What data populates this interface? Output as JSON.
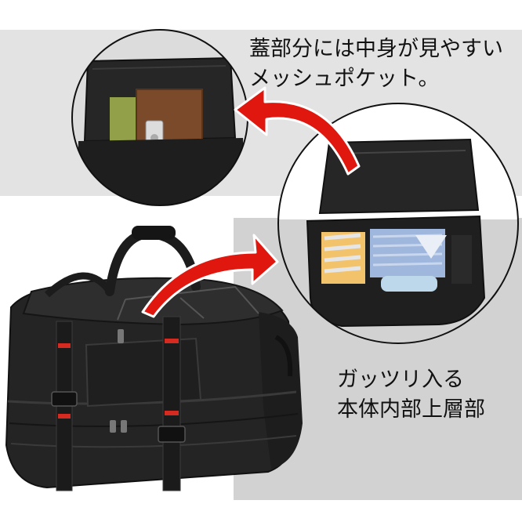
{
  "callout_top": {
    "line1": "蓋部分には中身が見やすい",
    "line2": "メッシュポケット。"
  },
  "callout_bottom": {
    "line1": "ガッツリ入る",
    "line2": "本体内部上層部"
  },
  "colors": {
    "arrow": "#e0170f",
    "bag": "#222222",
    "trim": "#d42a1f",
    "band_top": "#e3e3e3",
    "band_bottom": "#d2d2d2"
  }
}
